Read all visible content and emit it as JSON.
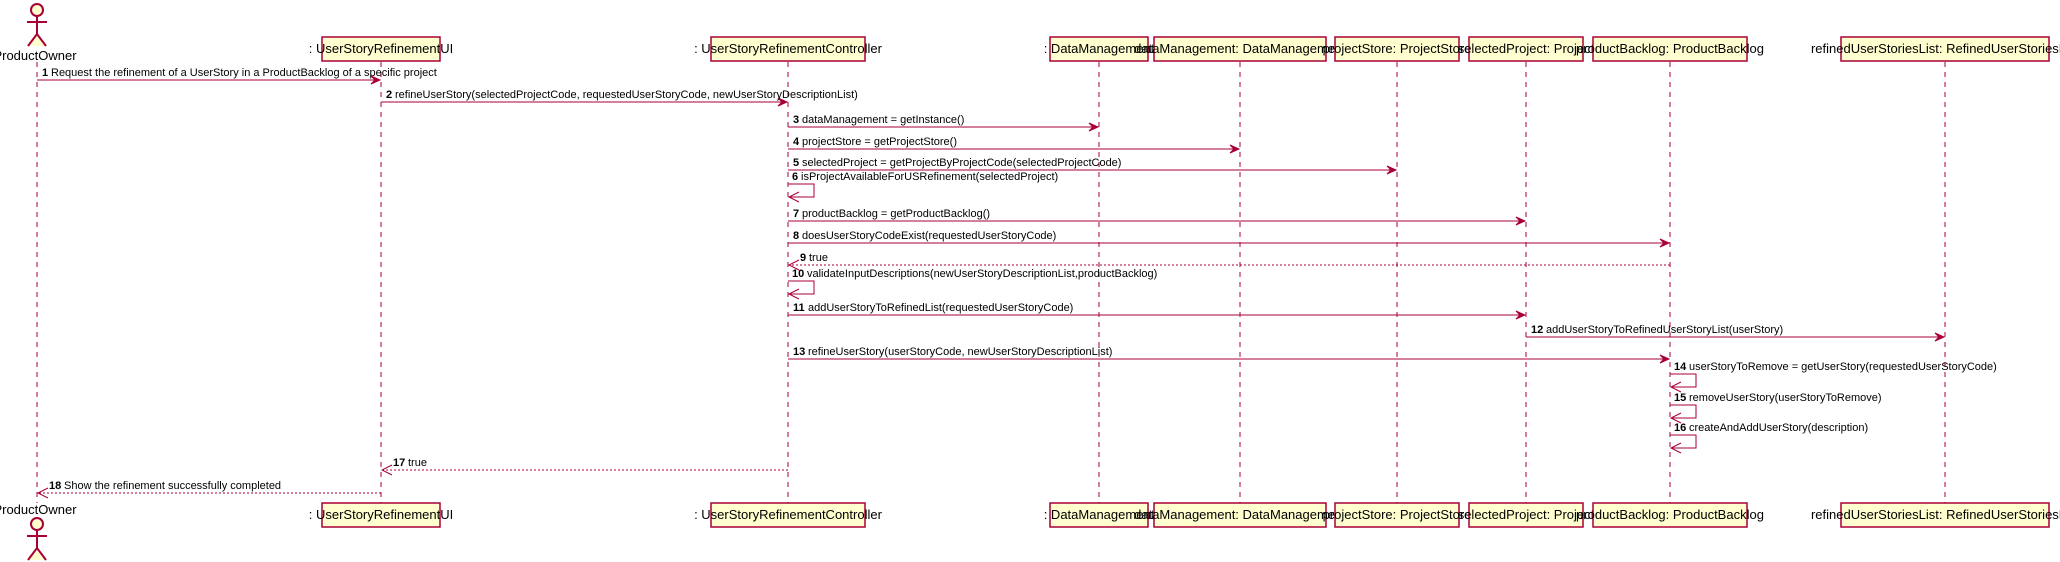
{
  "diagram": {
    "type": "sequence",
    "actor": {
      "name": "ProductOwner"
    },
    "participants": [
      {
        "id": "ui",
        "label": ": UserStoryRefinementUI"
      },
      {
        "id": "ctrl",
        "label": ": UserStoryRefinementController"
      },
      {
        "id": "dm",
        "label": ": DataManagement"
      },
      {
        "id": "dmi",
        "label": "dataManagement: DataManagement"
      },
      {
        "id": "ps",
        "label": "projectStore: ProjectStore"
      },
      {
        "id": "sp",
        "label": "selectedProject: Project"
      },
      {
        "id": "pb",
        "label": "productBacklog: ProductBacklog"
      },
      {
        "id": "rl",
        "label": "refinedUserStoriesList: RefinedUserStoriesList"
      }
    ],
    "messages": [
      {
        "num": "1",
        "text": "Request the refinement of a UserStory in a ProductBacklog of a specific project",
        "from": "actor",
        "to": "ui",
        "kind": "call"
      },
      {
        "num": "2",
        "text": "refineUserStory(selectedProjectCode, requestedUserStoryCode, newUserStoryDescriptionList)",
        "from": "ui",
        "to": "ctrl",
        "kind": "call"
      },
      {
        "num": "3",
        "text": "dataManagement = getInstance()",
        "from": "ctrl",
        "to": "dm",
        "kind": "call"
      },
      {
        "num": "4",
        "text": "projectStore = getProjectStore()",
        "from": "ctrl",
        "to": "dmi",
        "kind": "call"
      },
      {
        "num": "5",
        "text": "selectedProject = getProjectByProjectCode(selectedProjectCode)",
        "from": "ctrl",
        "to": "ps",
        "kind": "call"
      },
      {
        "num": "6",
        "text": "isProjectAvailableForUSRefinement(selectedProject)",
        "from": "ctrl",
        "to": "ctrl",
        "kind": "self"
      },
      {
        "num": "7",
        "text": "productBacklog = getProductBacklog()",
        "from": "ctrl",
        "to": "sp",
        "kind": "call"
      },
      {
        "num": "8",
        "text": "doesUserStoryCodeExist(requestedUserStoryCode)",
        "from": "ctrl",
        "to": "pb",
        "kind": "call"
      },
      {
        "num": "9",
        "text": "true",
        "from": "pb",
        "to": "ctrl",
        "kind": "return"
      },
      {
        "num": "10",
        "text": "validateInputDescriptions(newUserStoryDescriptionList,productBacklog)",
        "from": "ctrl",
        "to": "ctrl",
        "kind": "self"
      },
      {
        "num": "11",
        "text": "addUserStoryToRefinedList(requestedUserStoryCode)",
        "from": "ctrl",
        "to": "sp",
        "kind": "call"
      },
      {
        "num": "12",
        "text": "addUserStoryToRefinedUserStoryList(userStory)",
        "from": "sp",
        "to": "rl",
        "kind": "call"
      },
      {
        "num": "13",
        "text": "refineUserStory(userStoryCode, newUserStoryDescriptionList)",
        "from": "ctrl",
        "to": "pb",
        "kind": "call"
      },
      {
        "num": "14",
        "text": "userStoryToRemove = getUserStory(requestedUserStoryCode)",
        "from": "pb",
        "to": "pb",
        "kind": "self"
      },
      {
        "num": "15",
        "text": "removeUserStory(userStoryToRemove)",
        "from": "pb",
        "to": "pb",
        "kind": "self"
      },
      {
        "num": "16",
        "text": "createAndAddUserStory(description)",
        "from": "pb",
        "to": "pb",
        "kind": "self"
      },
      {
        "num": "17",
        "text": "true",
        "from": "ctrl",
        "to": "ui",
        "kind": "return"
      },
      {
        "num": "18",
        "text": "Show the refinement successfully completed",
        "from": "ui",
        "to": "actor",
        "kind": "return"
      }
    ]
  },
  "colors": {
    "line": "#a80036",
    "box_fill": "#fefece",
    "text": "#000000"
  }
}
